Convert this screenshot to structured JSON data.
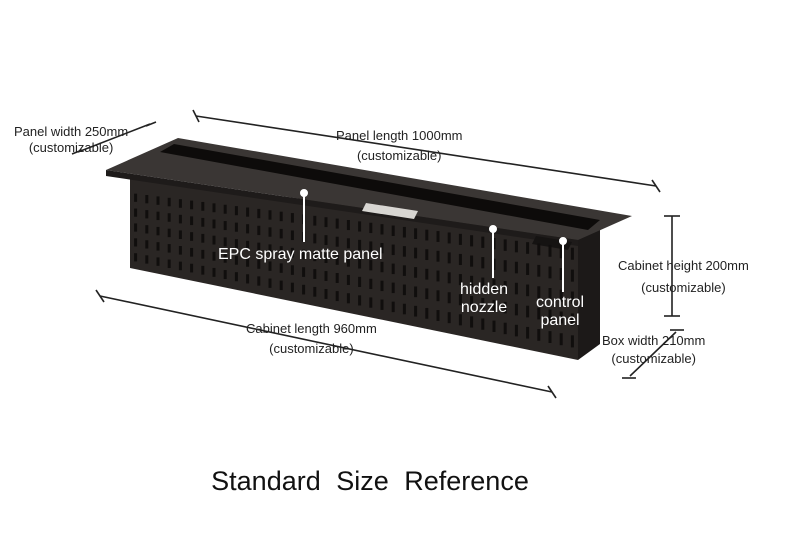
{
  "title": "Standard  Size  Reference",
  "dimensions": {
    "panel_width": {
      "line1": "Panel width 250mm",
      "line2": "(customizable)"
    },
    "panel_length": {
      "line1": "Panel length 1000mm",
      "line2": "(customizable)"
    },
    "cabinet_height": {
      "line1": "Cabinet height 200mm",
      "line2": "(customizable)"
    },
    "cabinet_length": {
      "line1": "Cabinet length 960mm",
      "line2": "(customizable)"
    },
    "box_width": {
      "line1": "Box width 210mm",
      "line2": "(customizable)"
    }
  },
  "callouts": {
    "panel": "EPC spray matte panel",
    "nozzle_line1": "hidden",
    "nozzle_line2": "nozzle",
    "control_line1": "control",
    "control_line2": "panel"
  },
  "colors": {
    "body": "#2a2624",
    "lid": "#3a3634",
    "slot": "#100e0d",
    "callout_text": "#ffffff"
  }
}
